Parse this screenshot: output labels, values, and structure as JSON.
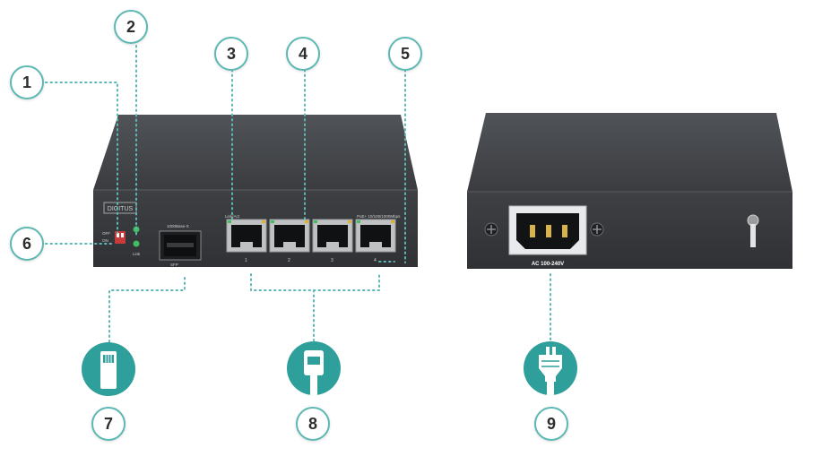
{
  "callouts": [
    "1",
    "2",
    "3",
    "4",
    "5",
    "6",
    "7",
    "8",
    "9"
  ],
  "front_panel": {
    "brand": "DIGITUS",
    "dip_off": "OFF",
    "dip_on": "ON",
    "sfp_label": "1000Base-X",
    "sfp_port": "SFP",
    "link_label": "Link",
    "port_header": "Link/Act",
    "poe_header": "PoE+ 10/100/1000Mbps",
    "port_numbers": [
      "1",
      "2",
      "3",
      "4"
    ]
  },
  "rear_panel": {
    "power_label": "AC 100-240V"
  },
  "colors": {
    "accent": "#5db8b4",
    "device": "#3b3d40",
    "icon_bg": "#2f9f9c"
  },
  "icons": [
    "dip-switch-icon",
    "rj45-cable-icon",
    "power-cable-icon"
  ]
}
